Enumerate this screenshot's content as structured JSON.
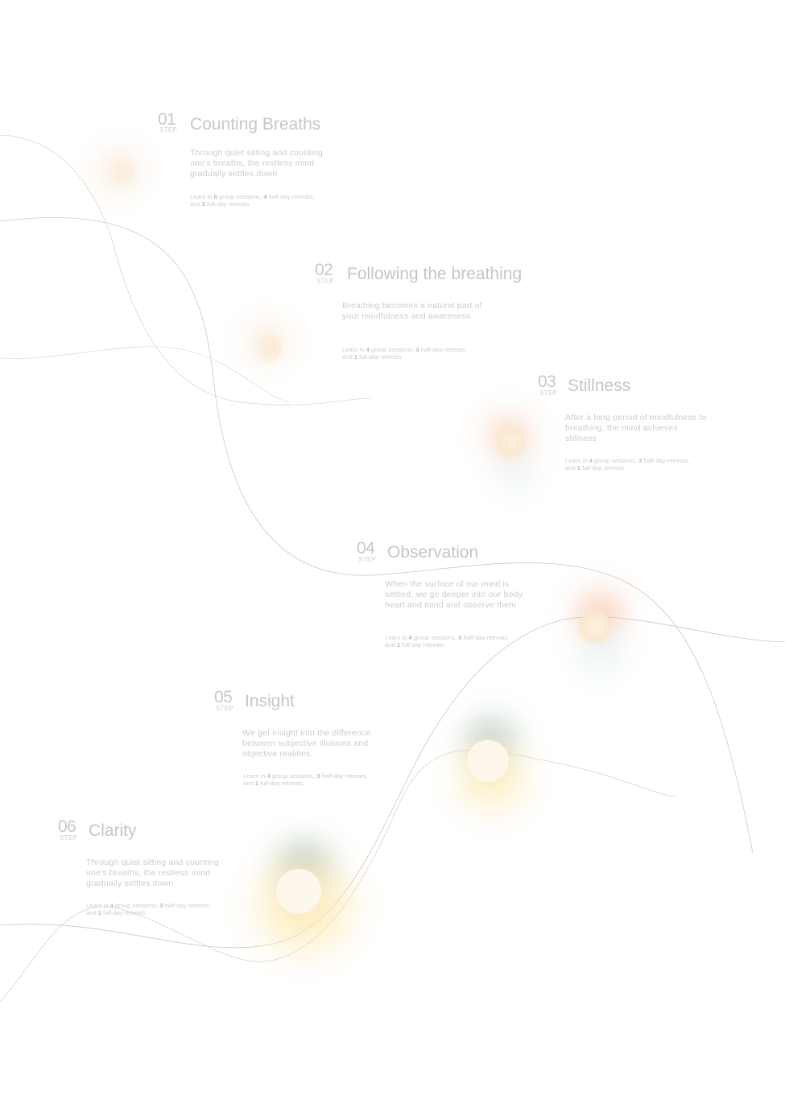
{
  "steps": [
    {
      "number": "01",
      "step_label": "STEP",
      "title": "Counting Breaths",
      "description": "Through quiet sitting and counting one's breaths, the restless mind gradually settles down",
      "learn": {
        "prefix": "Learn in ",
        "group": "6",
        "group_text": " group sessions, ",
        "half": "4",
        "half_text": " half-day retreats, and ",
        "full": "2",
        "full_text": " full-day retreats."
      }
    },
    {
      "number": "02",
      "step_label": "STEP",
      "title": "Following the breathing",
      "description": "Breathing becomes a natural part of your mindfulness and awareness",
      "learn": {
        "prefix": "Learn in ",
        "group": "4",
        "group_text": " group sessions, ",
        "half": "3",
        "half_text": " half-day retreats, and ",
        "full": "1",
        "full_text": " full-day retreats."
      }
    },
    {
      "number": "03",
      "step_label": "STEP",
      "title": "Stillness",
      "description": "After a long period of mindfulness to breathing, the mind achieves stillness",
      "learn": {
        "prefix": "Learn in ",
        "group": "4",
        "group_text": " group sessions, ",
        "half": "3",
        "half_text": " half-day retreats, and ",
        "full": "1",
        "full_text": " full-day retreats."
      }
    },
    {
      "number": "04",
      "step_label": "STEP",
      "title": "Observation",
      "description": "When the surface of our mind is settled, we go deeper into our body, heart and mind and observe them.",
      "learn": {
        "prefix": "Learn in ",
        "group": "4",
        "group_text": " group sessions, ",
        "half": "3",
        "half_text": " half-day retreats, and ",
        "full": "1",
        "full_text": " full-day retreats."
      }
    },
    {
      "number": "05",
      "step_label": "STEP",
      "title": "Insight",
      "description": " We get insight into the difference between subjective illusions and objective realities.",
      "learn": {
        "prefix": "Learn in ",
        "group": "4",
        "group_text": " group sessions, ",
        "half": "3",
        "half_text": " half-day retreats, and ",
        "full": "1",
        "full_text": " full-day retreats."
      }
    },
    {
      "number": "06",
      "step_label": "STEP",
      "title": "Clarity",
      "description": "Through quiet sitting and counting one's breaths, the restless mind gradually settles down",
      "learn": {
        "prefix": "Learn in ",
        "group": "4",
        "group_text": " group sessions, ",
        "half": "3",
        "half_text": " half-day retreats, and ",
        "full": "1",
        "full_text": " full-day retreats."
      }
    }
  ],
  "colors": {
    "warm_glow": "#f6c9a0",
    "orange_glow": "#f3a27a",
    "yellow_glow": "#fbe6a0",
    "teal_glow": "#6f9a93",
    "orb_fill": "#fdf5e8",
    "curve": "#cfc8bd"
  },
  "moon_phases": [
    "thin-crescent",
    "crescent",
    "half",
    "gibbous",
    "near-full",
    "full"
  ]
}
